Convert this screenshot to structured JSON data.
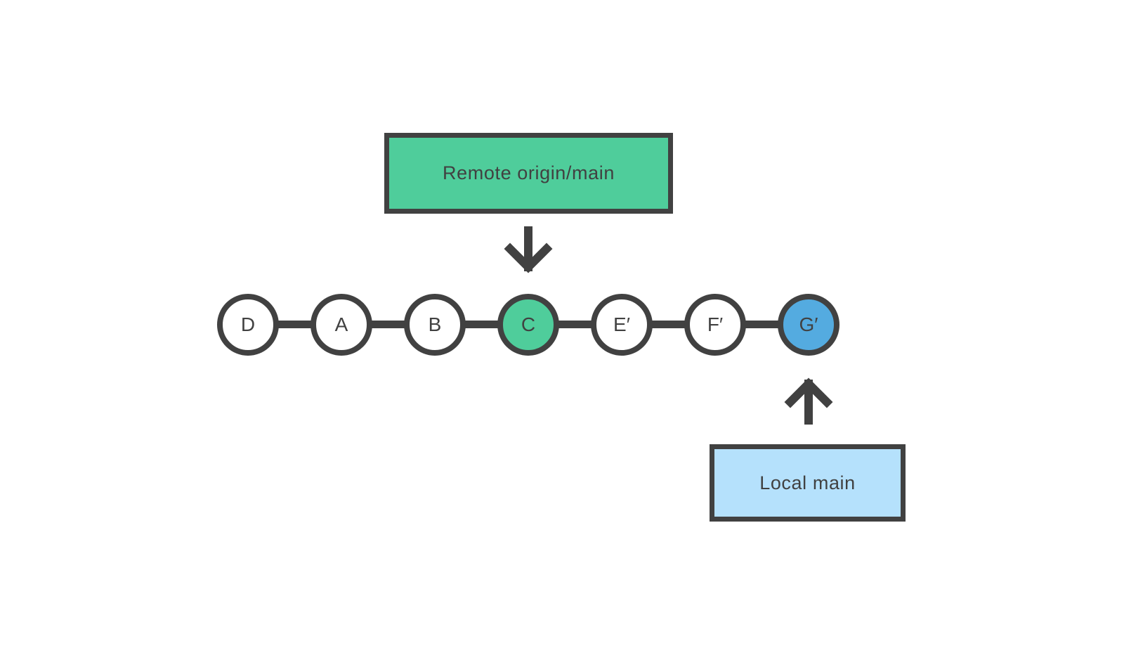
{
  "diagram": {
    "remote_label": "Remote origin/main",
    "local_label": "Local main",
    "commits": [
      {
        "label": "D",
        "variant": "default"
      },
      {
        "label": "A",
        "variant": "default"
      },
      {
        "label": "B",
        "variant": "default"
      },
      {
        "label": "C",
        "variant": "remote"
      },
      {
        "label": "E′",
        "variant": "default"
      },
      {
        "label": "F′",
        "variant": "default"
      },
      {
        "label": "G′",
        "variant": "local"
      }
    ]
  },
  "colors": {
    "green": "#4fcd9b",
    "blue": "#54abe0",
    "light_blue": "#b5e1fc",
    "dark": "#414141",
    "background": "#ffffff"
  }
}
